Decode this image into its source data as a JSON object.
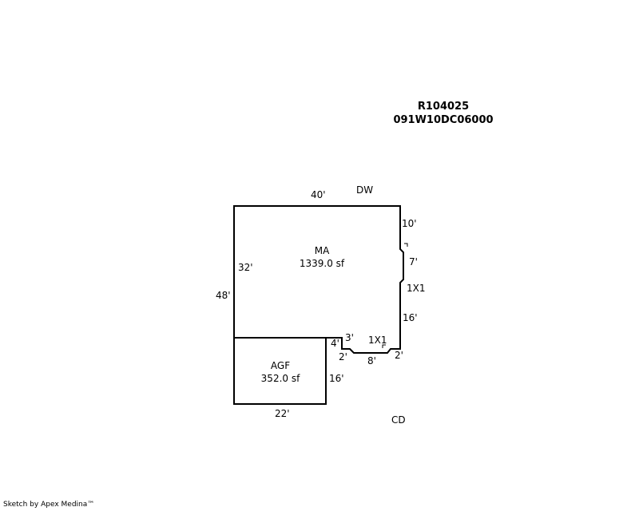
{
  "header": {
    "parcel_id": "R104025",
    "map_number": "091W10DC06000"
  },
  "markers": {
    "top": "DW",
    "bottom": "CD"
  },
  "main_area": {
    "code": "MA",
    "area": "1339.0 sf"
  },
  "garage": {
    "code": "AGF",
    "area": "352.0 sf"
  },
  "dimensions": {
    "top_width": "40'",
    "left_height": "48'",
    "main_left": "32'",
    "right_upper": "10'",
    "right_bay": "7'",
    "bay_label": "1X1",
    "right_lower": "16'",
    "notch_vertical": "4'",
    "notch_step": "3'",
    "notch_left_offset": "2'",
    "notch_bottom": "8'",
    "notch_right_offset": "2'",
    "notch_label": "1X1",
    "garage_right": "16'",
    "garage_bottom": "22'"
  },
  "footer": {
    "credit": "Sketch by Apex Medina™"
  }
}
